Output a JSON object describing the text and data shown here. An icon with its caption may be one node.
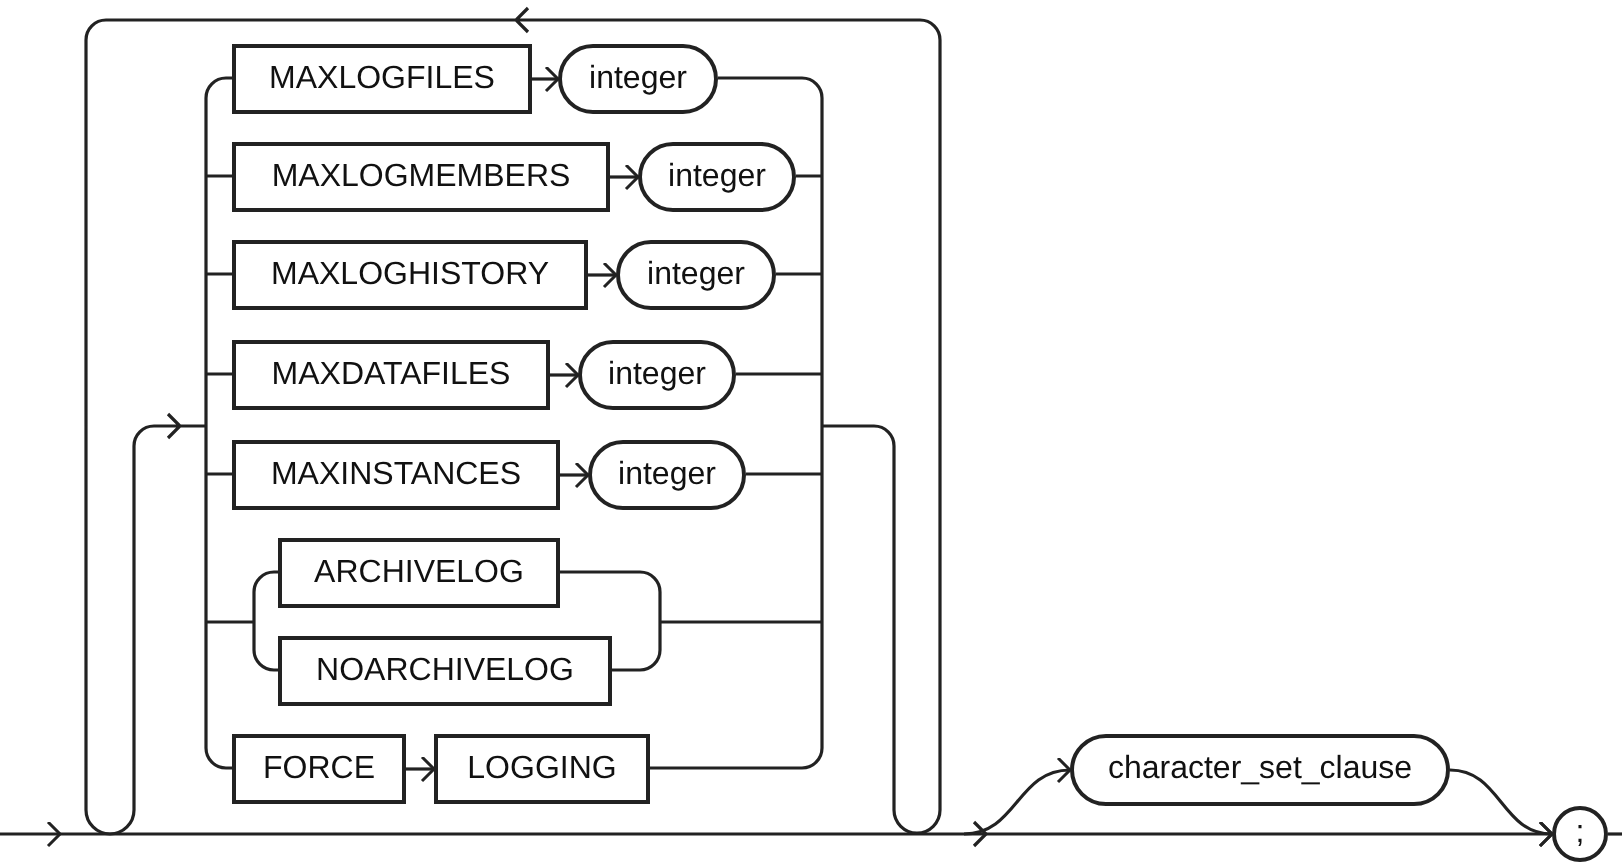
{
  "diagram": {
    "nodes": [
      {
        "text": [
          "MAXLOGFILES"
        ]
      },
      {
        "text": [
          "integer"
        ]
      },
      {
        "text": [
          "MAXLOGMEMBERS"
        ]
      },
      {
        "text": [
          "integer"
        ]
      },
      {
        "text": [
          "MAXLOGHISTORY"
        ]
      },
      {
        "text": [
          "integer"
        ]
      },
      {
        "text": [
          "MAXDATAFILES"
        ]
      },
      {
        "text": [
          "integer"
        ]
      },
      {
        "text": [
          "MAXINSTANCES"
        ]
      },
      {
        "text": [
          "integer"
        ]
      },
      {
        "text": [
          "ARCHIVELOG"
        ]
      },
      {
        "text": [
          "NOARCHIVELOG"
        ]
      },
      {
        "text": [
          "FORCE"
        ]
      },
      {
        "text": [
          "LOGGING"
        ]
      },
      {
        "text": [
          "character_set_clause"
        ]
      },
      {
        "text": [
          ";"
        ]
      }
    ],
    "edges": [
      {
        "from": 0,
        "to": 1,
        "arrow": "to"
      },
      {
        "from": 2,
        "to": 3,
        "arrow": "to"
      },
      {
        "from": 4,
        "to": 5,
        "arrow": "to"
      },
      {
        "from": 6,
        "to": 7,
        "arrow": "to"
      },
      {
        "from": 8,
        "to": 9,
        "arrow": "to"
      },
      {
        "from": 12,
        "to": 13,
        "arrow": "to"
      },
      {
        "from": 14,
        "to": 15,
        "arrow": "to"
      },
      {
        "from": null,
        "to": 15,
        "arrow": "to"
      },
      {
        "from": 15,
        "to": null,
        "arrow": "none"
      },
      {
        "from": null,
        "to": 14,
        "arrow": "to"
      }
    ]
  }
}
